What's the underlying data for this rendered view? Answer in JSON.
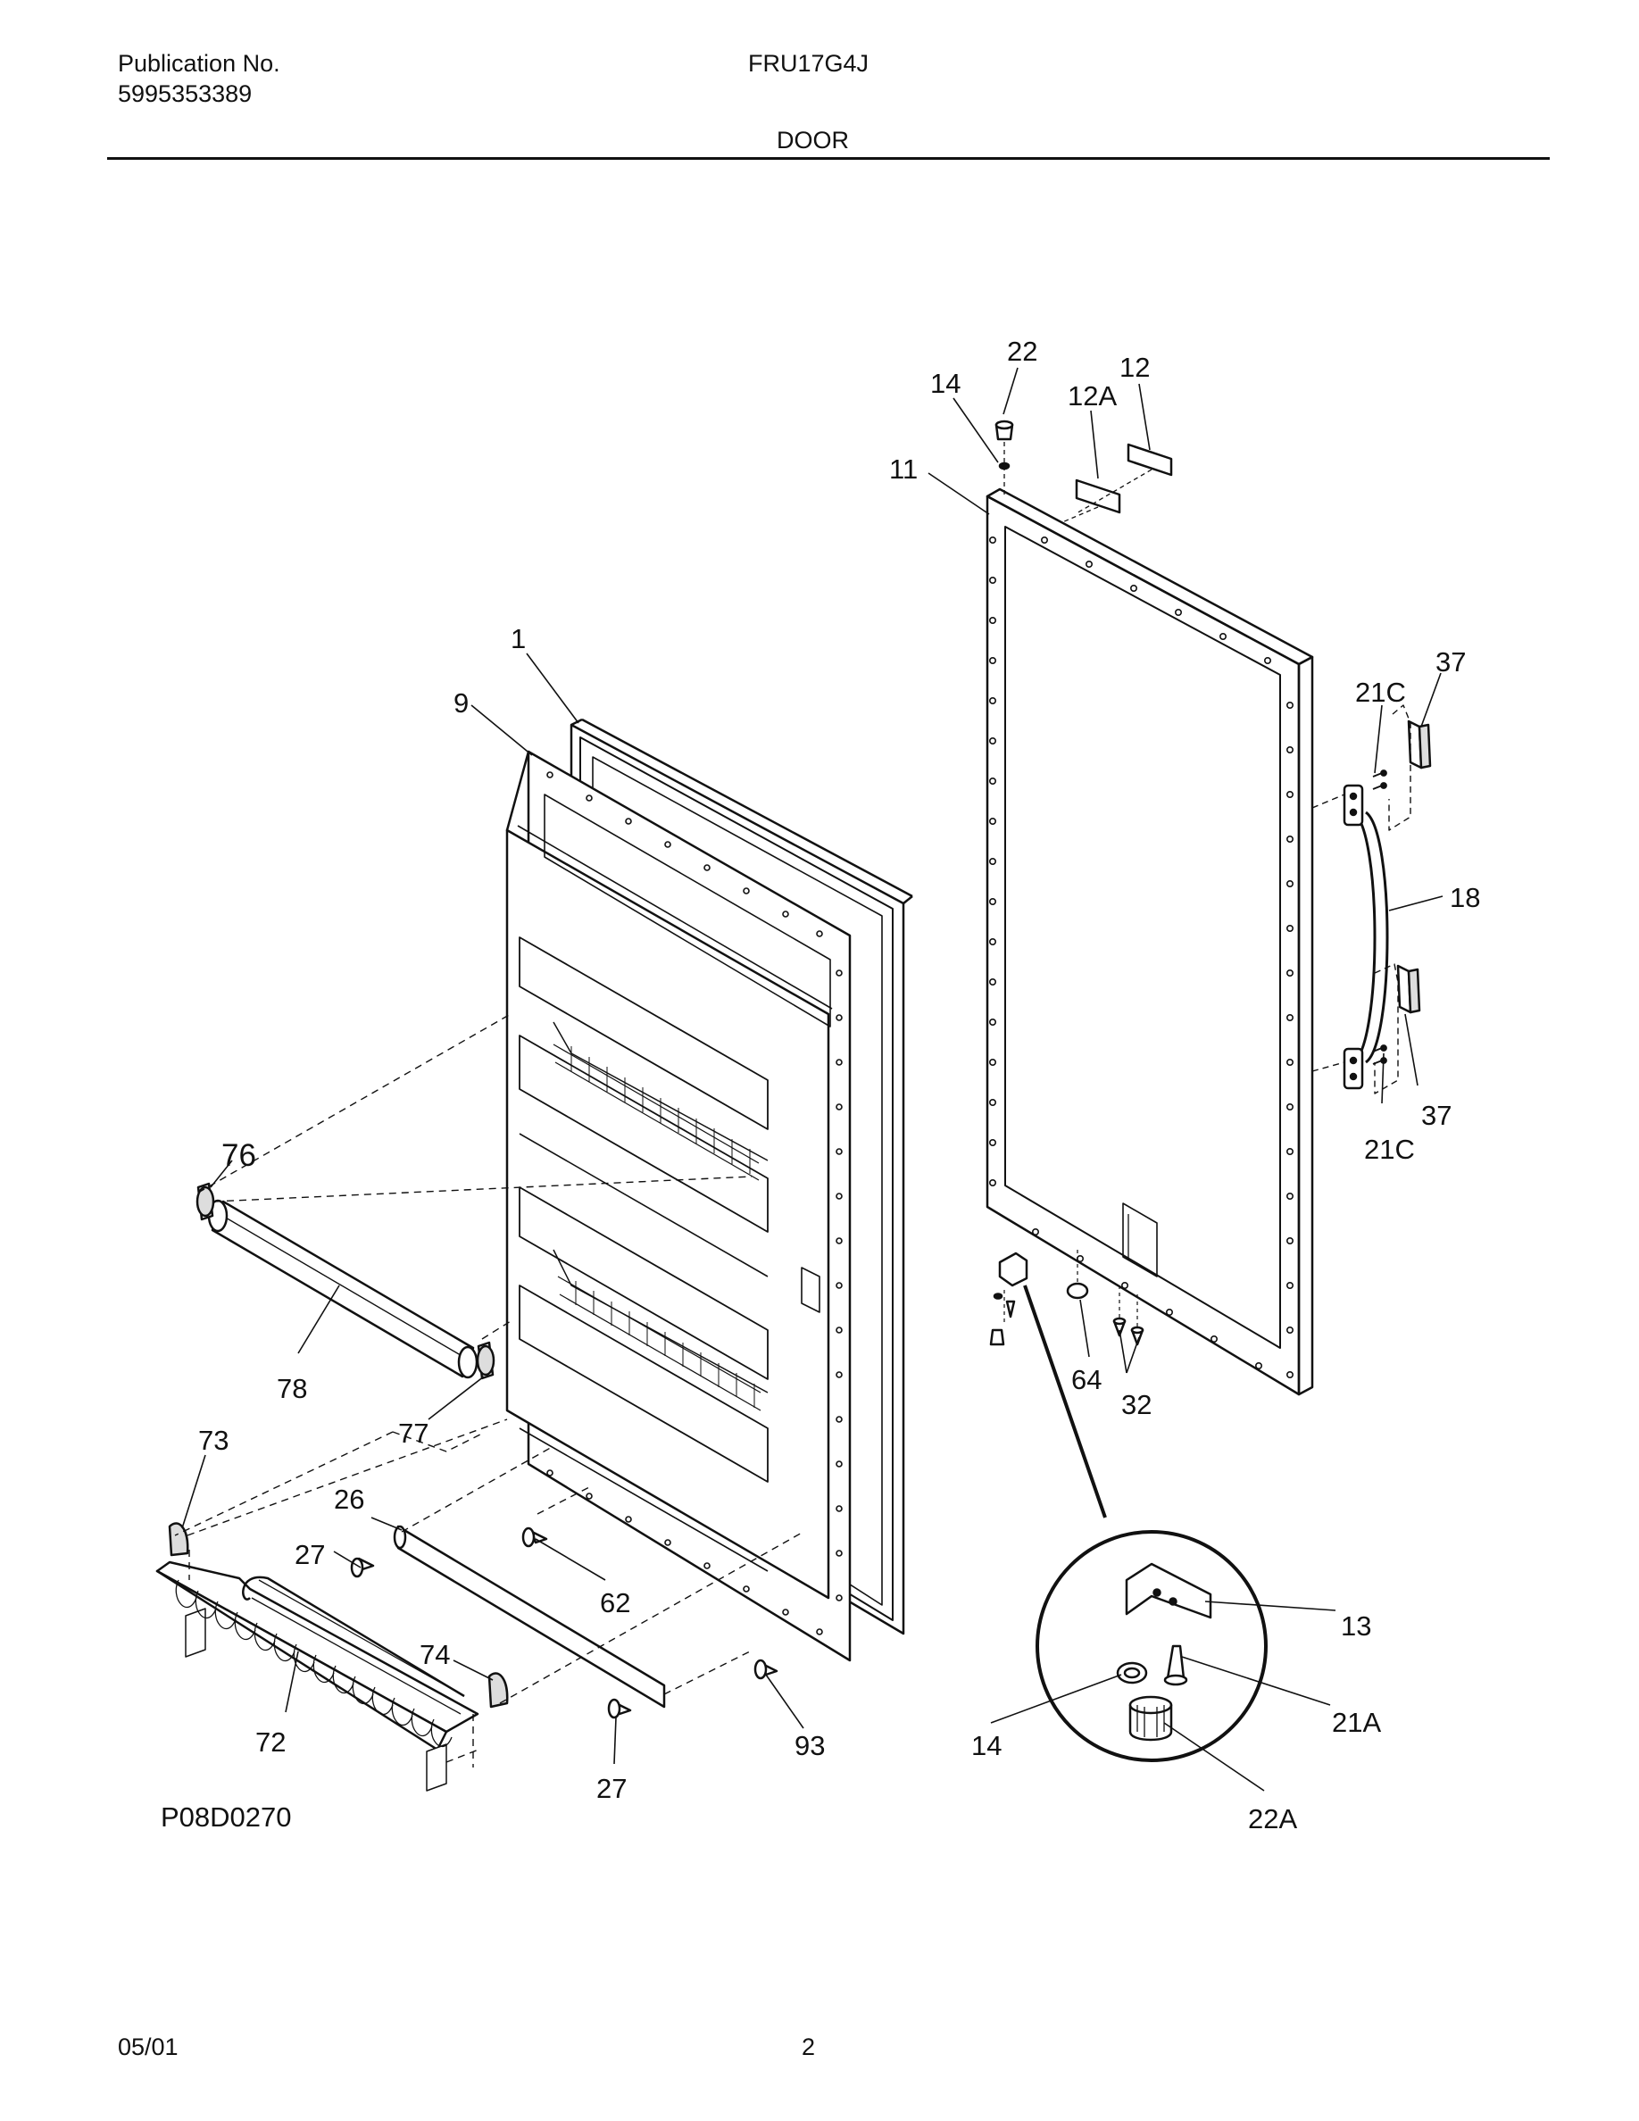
{
  "header": {
    "publication_label": "Publication No.",
    "publication_number": "5995353389",
    "model": "FRU17G4J",
    "section_title": "DOOR"
  },
  "diagram": {
    "drawing_number": "P08D0270",
    "callouts": [
      "22",
      "12",
      "14",
      "12A",
      "11",
      "1",
      "37",
      "9",
      "21C",
      "18",
      "37",
      "21C",
      "76",
      "78",
      "64",
      "32",
      "77",
      "73",
      "26",
      "13",
      "27",
      "62",
      "74",
      "21A",
      "72",
      "93",
      "14",
      "27",
      "22A"
    ]
  },
  "footer": {
    "date": "05/01",
    "page": "2"
  }
}
